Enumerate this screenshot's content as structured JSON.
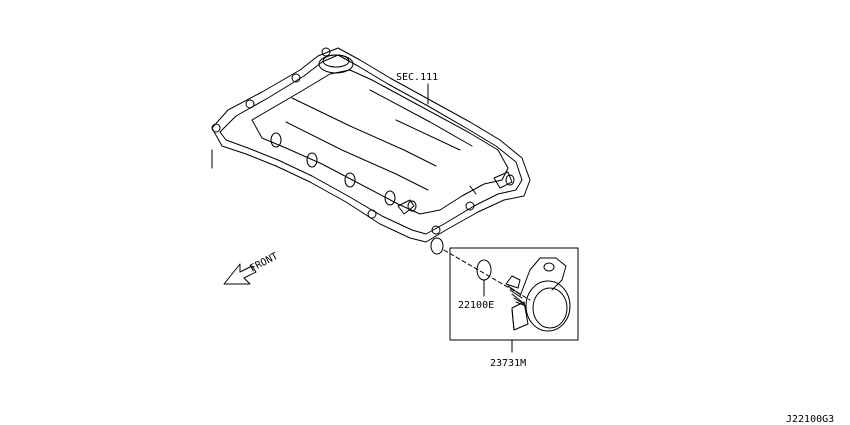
{
  "diagram": {
    "labels": {
      "section_ref": "SEC.111",
      "front": "FRONT",
      "seal": "22100E",
      "sensor": "23731M",
      "figure_code": "J22100G3"
    }
  }
}
